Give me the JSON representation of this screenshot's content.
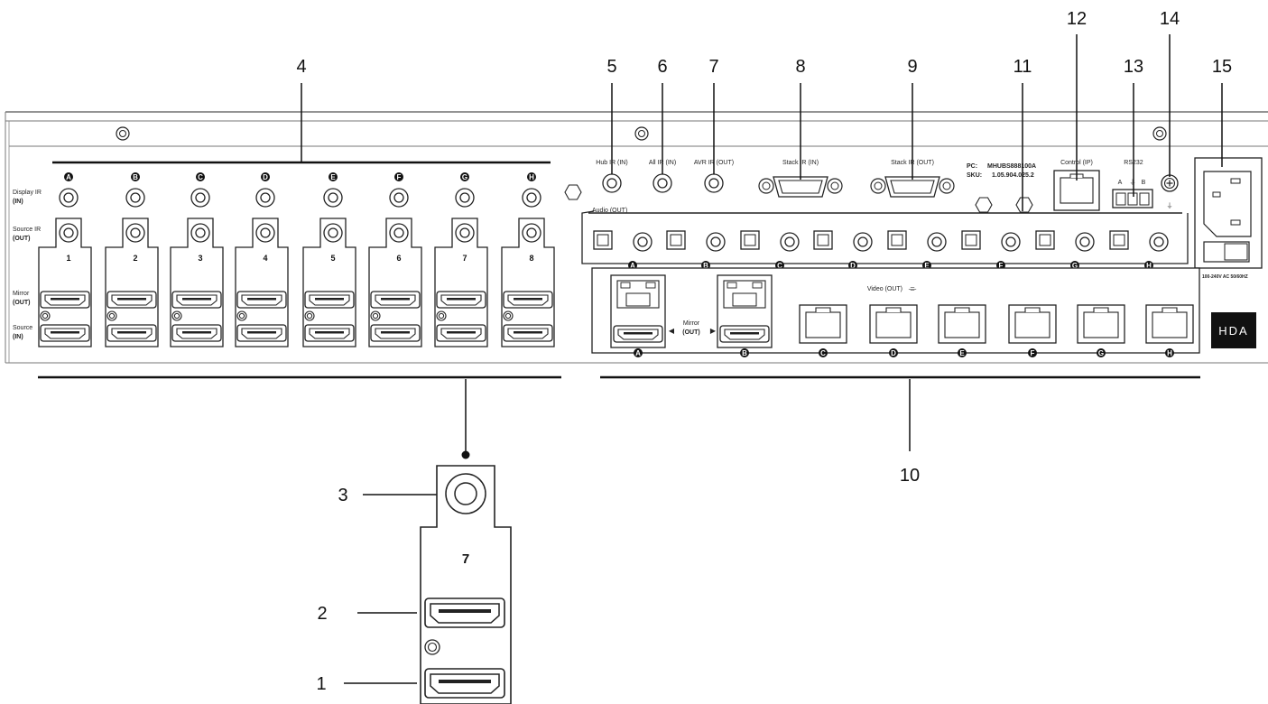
{
  "callouts": {
    "c1": "1",
    "c2": "2",
    "c3": "3",
    "c4": "4",
    "c5": "5",
    "c6": "6",
    "c7": "7",
    "c8": "8",
    "c9": "9",
    "c10": "10",
    "c11": "11",
    "c12": "12",
    "c13": "13",
    "c14": "14",
    "c15": "15"
  },
  "side_labels": {
    "display_ir": "Display IR",
    "display_ir_in": "(IN)",
    "source_ir": "Source IR",
    "source_ir_out": "(OUT)",
    "mirror": "Mirror",
    "mirror_out": "(OUT)",
    "source": "Source",
    "source_in": "(IN)"
  },
  "channels": [
    "A",
    "B",
    "C",
    "D",
    "E",
    "F",
    "G",
    "H"
  ],
  "slot_numbers": [
    "1",
    "2",
    "3",
    "4",
    "5",
    "6",
    "7",
    "8"
  ],
  "ports": {
    "hub_ir": "Hub IR (IN)",
    "all_ir": "All IR (IN)",
    "avr_ir": "AVR IR (OUT)",
    "stack_in": "Stack IR (IN)",
    "stack_out": "Stack IR (OUT)",
    "control": "Control (IP)",
    "rs232": "RS232",
    "rs232_a": "A",
    "rs232_b": "B",
    "audio_out": "Audio (OUT)",
    "video_out": "Video (OUT)",
    "mirror": "Mirror",
    "mirror_out": "(OUT)"
  },
  "ids": {
    "pc_label": "PC:",
    "pc_value": "MHUBS888100A",
    "sku_label": "SKU:",
    "sku_value": "1.05.904.025.2"
  },
  "power_rating": "100-240V AC 50/60HZ",
  "brand": "HDA",
  "zoom_slot_number": "7"
}
